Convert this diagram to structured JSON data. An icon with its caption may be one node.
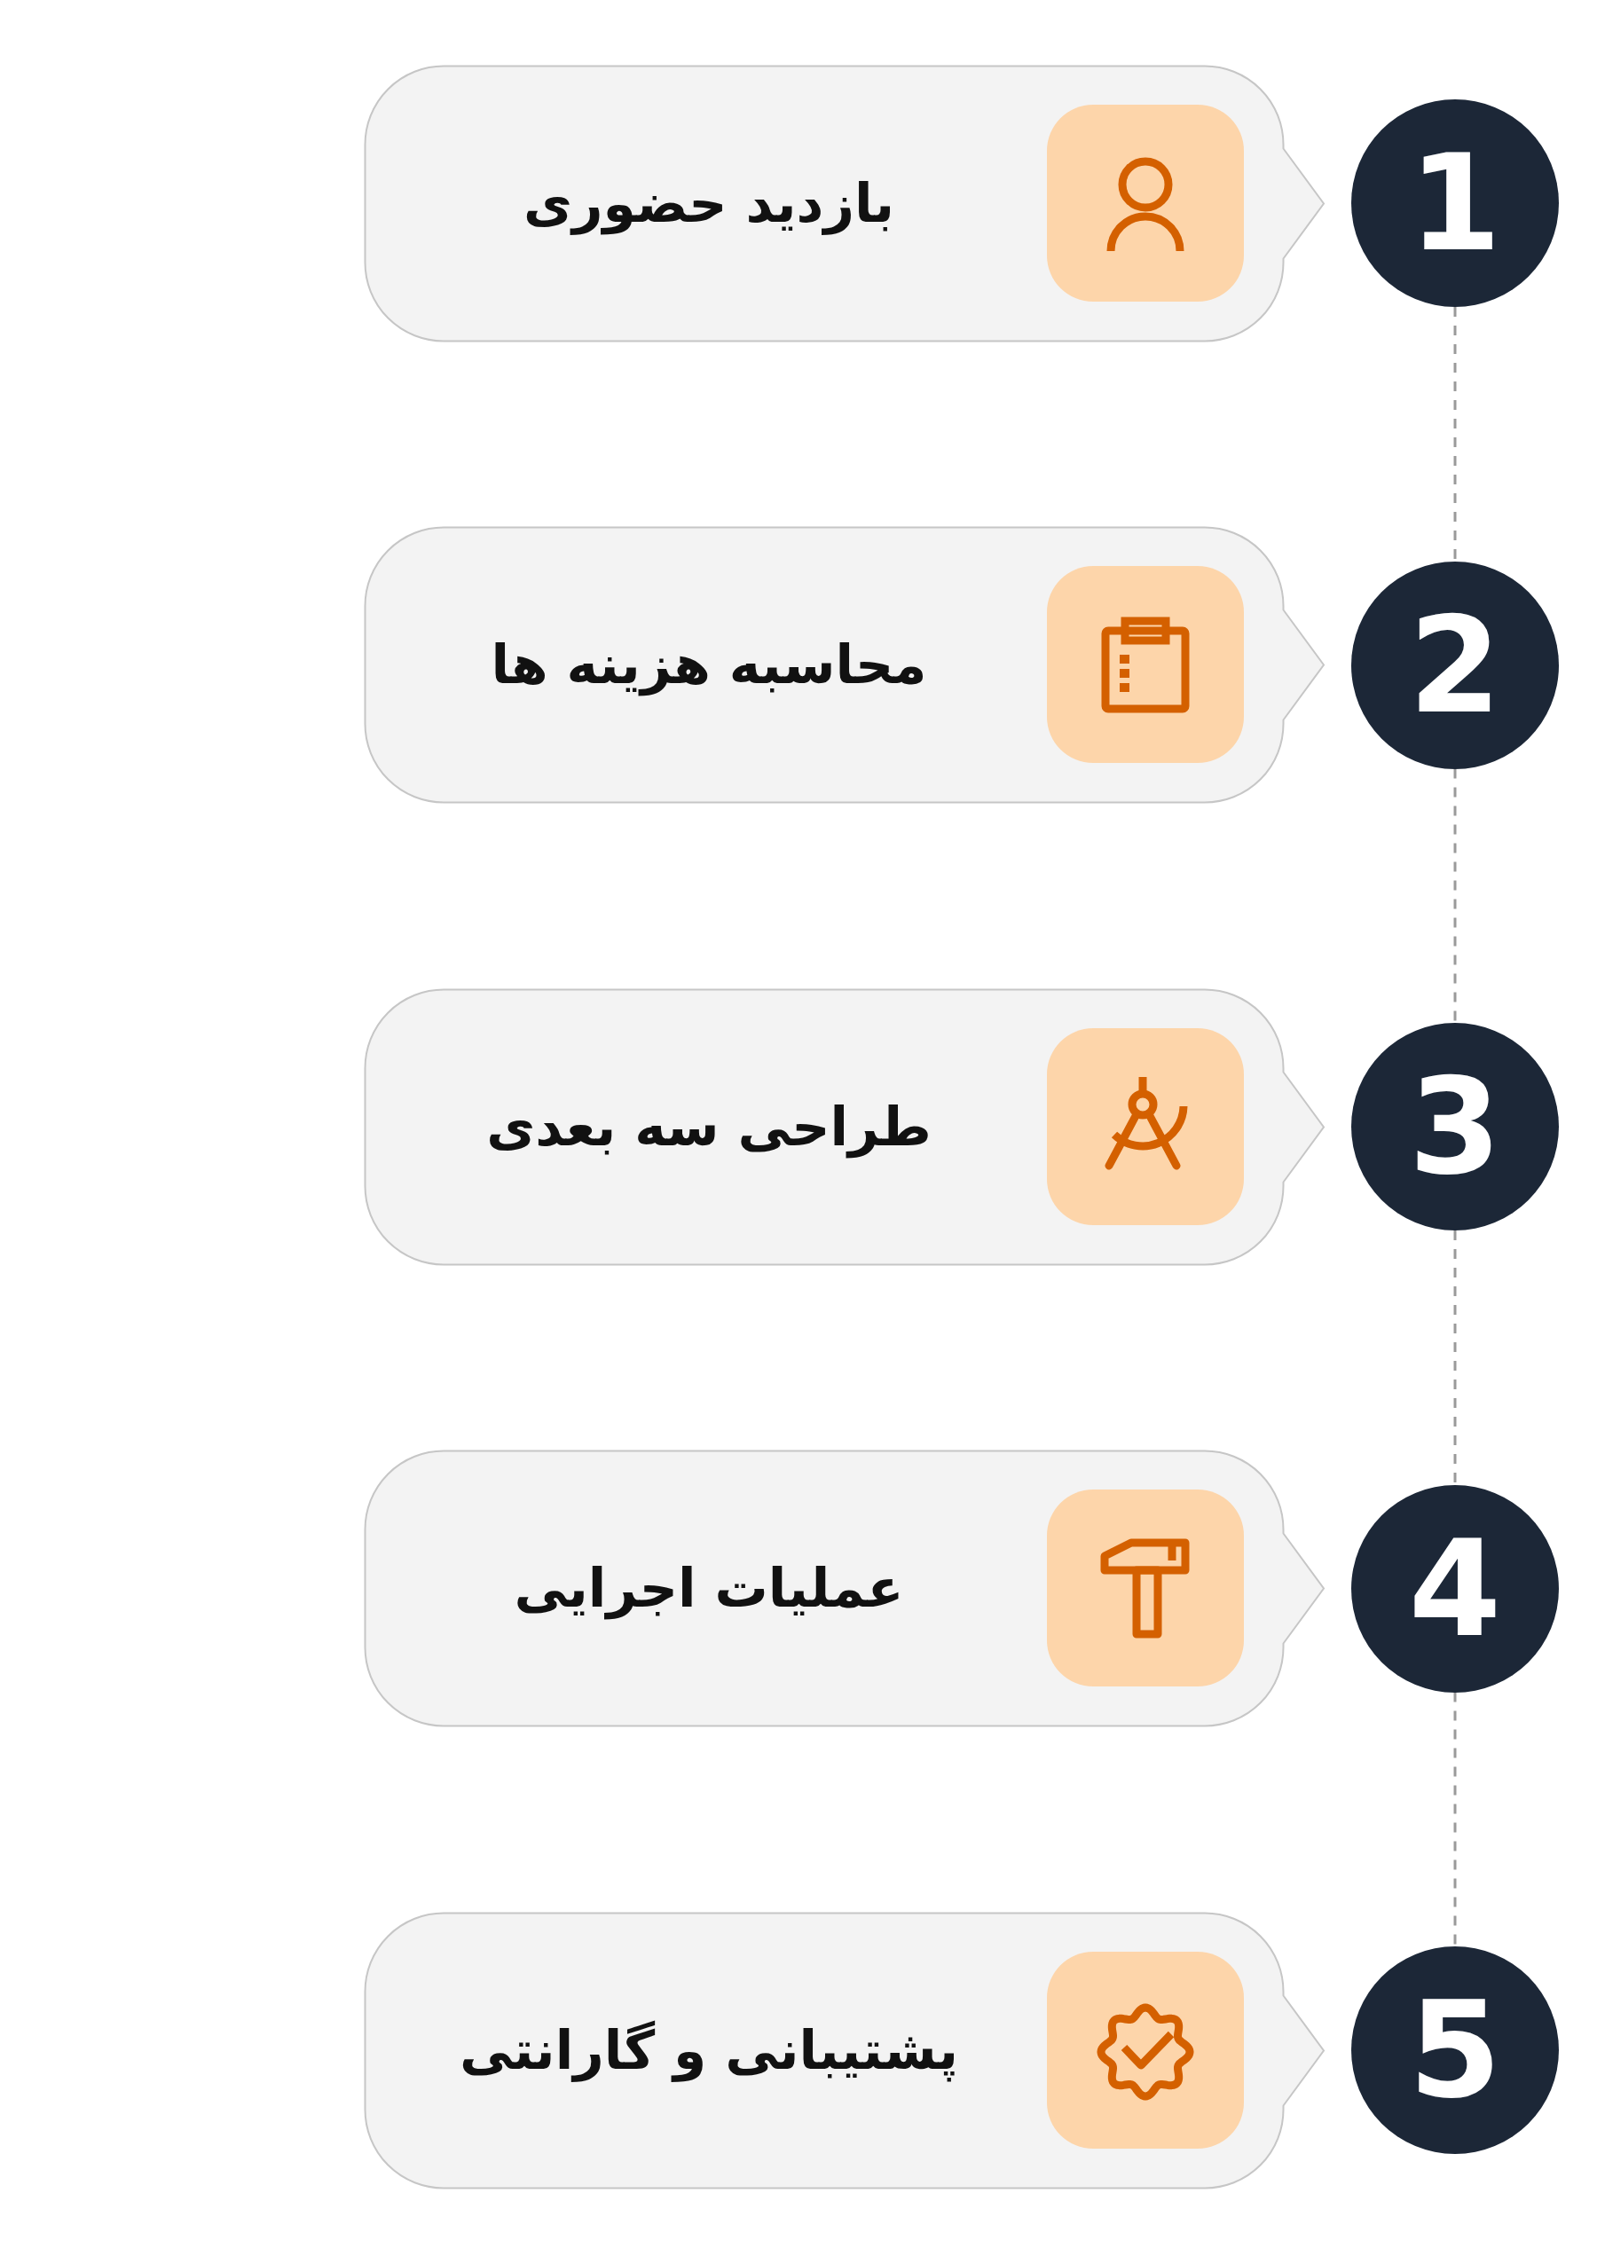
{
  "diagram": {
    "nodes": [
      {
        "text": [
          "1"
        ]
      },
      {
        "text": [
          "بازدید حضوری"
        ]
      },
      {
        "text": [
          "2"
        ]
      },
      {
        "text": [
          "محاسبه هزینه ها"
        ]
      },
      {
        "text": [
          "3"
        ]
      },
      {
        "text": [
          "طراحی سه بعدی"
        ]
      },
      {
        "text": [
          "4"
        ]
      },
      {
        "text": [
          "عملیات اجرایی"
        ]
      },
      {
        "text": [
          "5"
        ]
      },
      {
        "text": [
          "پشتیبانی و گارانتی"
        ]
      }
    ],
    "edges": [
      {
        "from": 0,
        "to": 2,
        "arrow": "none",
        "style": "dashed"
      },
      {
        "from": 2,
        "to": 4,
        "arrow": "none",
        "style": "dashed"
      },
      {
        "from": 4,
        "to": 6,
        "arrow": "none",
        "style": "dashed"
      },
      {
        "from": 6,
        "to": 8,
        "arrow": "none",
        "style": "dashed"
      }
    ]
  }
}
